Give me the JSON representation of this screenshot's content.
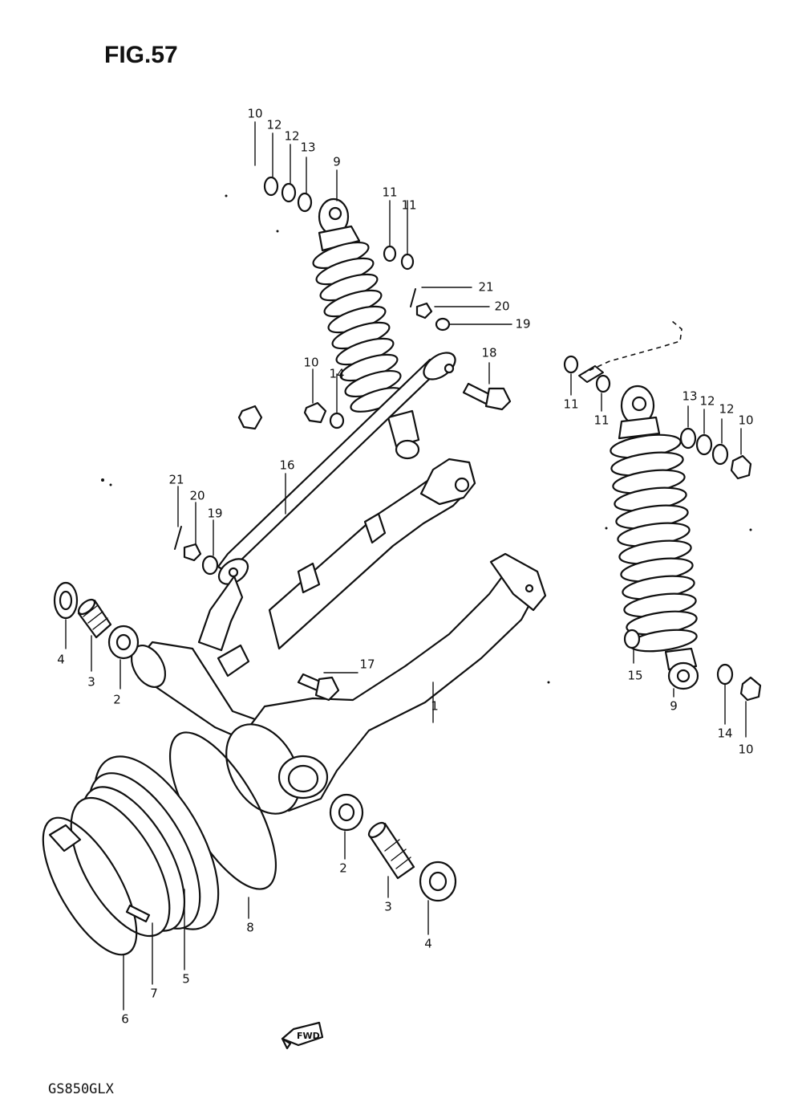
{
  "figure": {
    "title": "FIG.57",
    "footer": "GS850GLX",
    "direction_badge": "FWD"
  },
  "callouts": [
    {
      "id": "c1",
      "label": "10"
    },
    {
      "id": "c2",
      "label": "12"
    },
    {
      "id": "c3",
      "label": "12"
    },
    {
      "id": "c4",
      "label": "13"
    },
    {
      "id": "c5",
      "label": "9"
    },
    {
      "id": "c6",
      "label": "11"
    },
    {
      "id": "c7",
      "label": "11"
    },
    {
      "id": "c8",
      "label": "21"
    },
    {
      "id": "c9",
      "label": "20"
    },
    {
      "id": "c10",
      "label": "19"
    },
    {
      "id": "c11",
      "label": "18"
    },
    {
      "id": "c12",
      "label": "10"
    },
    {
      "id": "c13",
      "label": "14"
    },
    {
      "id": "c14",
      "label": "16"
    },
    {
      "id": "c15",
      "label": "21"
    },
    {
      "id": "c16",
      "label": "20"
    },
    {
      "id": "c17",
      "label": "19"
    },
    {
      "id": "c18",
      "label": "4"
    },
    {
      "id": "c19",
      "label": "3"
    },
    {
      "id": "c20",
      "label": "2"
    },
    {
      "id": "c21",
      "label": "17"
    },
    {
      "id": "c22",
      "label": "1"
    },
    {
      "id": "c23",
      "label": "11"
    },
    {
      "id": "c24",
      "label": "11"
    },
    {
      "id": "c25",
      "label": "13"
    },
    {
      "id": "c26",
      "label": "12"
    },
    {
      "id": "c27",
      "label": "12"
    },
    {
      "id": "c28",
      "label": "10"
    },
    {
      "id": "c29",
      "label": "15"
    },
    {
      "id": "c30",
      "label": "9"
    },
    {
      "id": "c31",
      "label": "14"
    },
    {
      "id": "c32",
      "label": "10"
    },
    {
      "id": "c33",
      "label": "2"
    },
    {
      "id": "c34",
      "label": "3"
    },
    {
      "id": "c35",
      "label": "4"
    },
    {
      "id": "c36",
      "label": "8"
    },
    {
      "id": "c37",
      "label": "5"
    },
    {
      "id": "c38",
      "label": "7"
    },
    {
      "id": "c39",
      "label": "6"
    }
  ]
}
